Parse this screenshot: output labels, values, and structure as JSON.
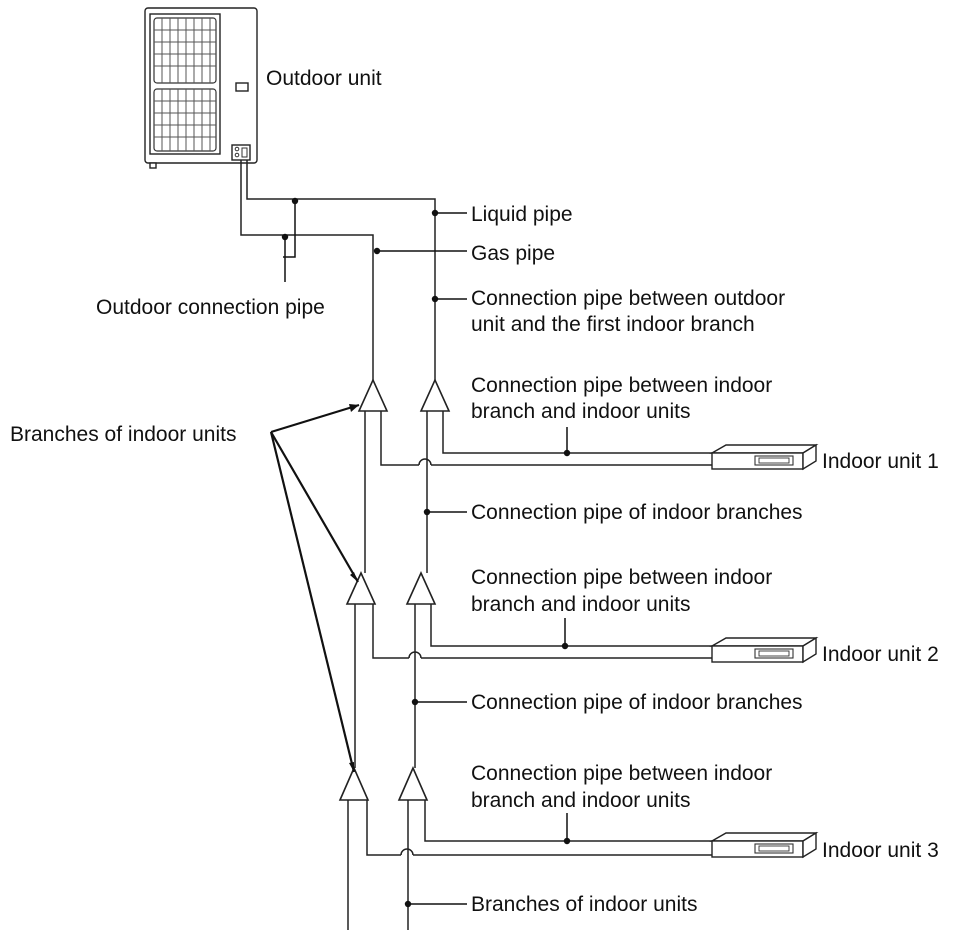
{
  "labels": {
    "outdoor_unit": "Outdoor unit",
    "liquid_pipe": "Liquid pipe",
    "gas_pipe": "Gas pipe",
    "outdoor_connection_pipe": "Outdoor connection pipe",
    "main_connection_pipe_line1": "Connection pipe between outdoor",
    "main_connection_pipe_line2": "unit and the first indoor branch",
    "branches_of_indoor_units": "Branches of indoor units",
    "branch_to_unit_line1": "Connection pipe between indoor",
    "branch_to_unit_line2": "branch and indoor units",
    "indoor_branch_connection": "Connection pipe of indoor branches",
    "bottom_branches": "Branches of indoor units"
  },
  "indoor_units": [
    {
      "label": "Indoor unit 1"
    },
    {
      "label": "Indoor unit 2"
    },
    {
      "label": "Indoor unit 3"
    }
  ]
}
